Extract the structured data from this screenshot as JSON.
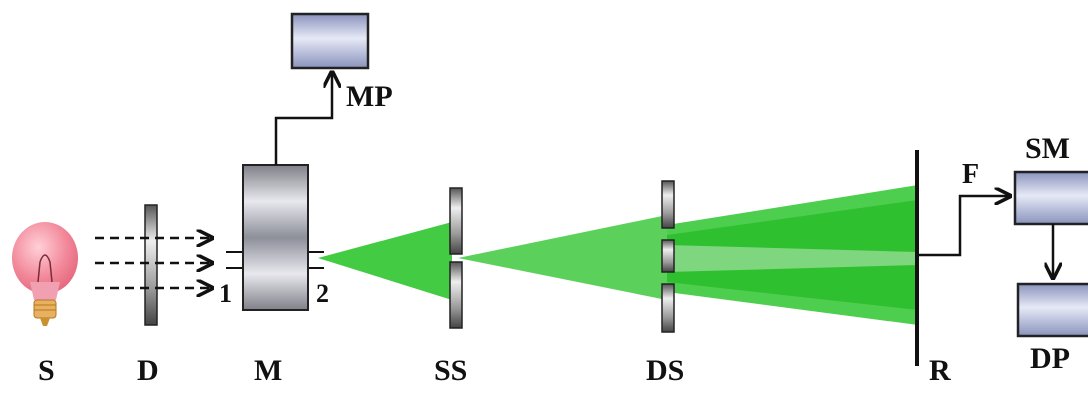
{
  "labels": {
    "source": "S",
    "diaphragm": "D",
    "monochromator": "M",
    "single_slit": "SS",
    "double_slit": "DS",
    "screen": "R",
    "monitor_top": "MP",
    "fiber": "F",
    "spectrometer": "SM",
    "display": "DP",
    "port_1": "1",
    "port_2": "2"
  },
  "colors": {
    "beam": "#22c322",
    "beam_dark": "#0a9e0a",
    "box_fill_top": "#9aa4c8",
    "box_fill_mid": "#dfe3f3",
    "device_edge": "#222222",
    "bulb": "#f08a9a"
  }
}
